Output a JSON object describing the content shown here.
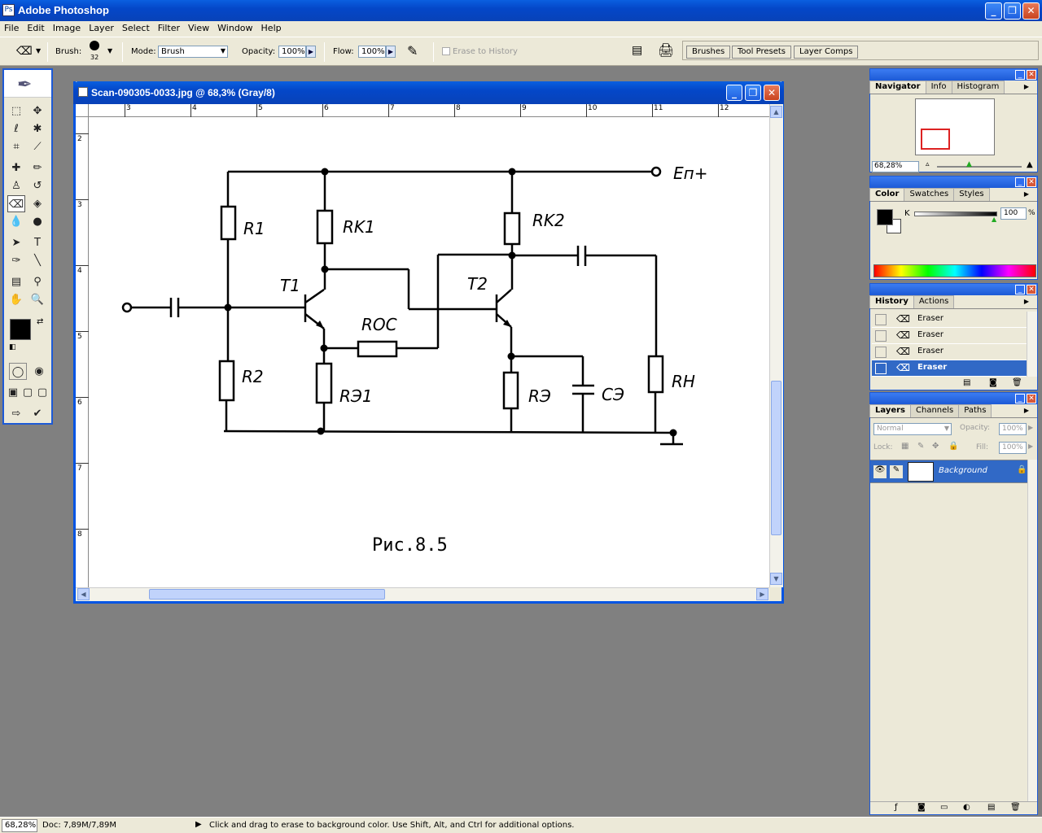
{
  "app": {
    "title": "Adobe Photoshop"
  },
  "menu": [
    "File",
    "Edit",
    "Image",
    "Layer",
    "Select",
    "Filter",
    "View",
    "Window",
    "Help"
  ],
  "options": {
    "brush_label": "Brush:",
    "brush_size": "32",
    "mode_label": "Mode:",
    "mode_value": "Brush",
    "opacity_label": "Opacity:",
    "opacity_value": "100%",
    "flow_label": "Flow:",
    "flow_value": "100%",
    "erase_history_label": "Erase to History"
  },
  "well_tabs": [
    "Brushes",
    "Tool Presets",
    "Layer Comps"
  ],
  "document": {
    "title": "Scan-090305-0033.jpg @ 68,3% (Gray/8)",
    "ruler_h": [
      "3",
      "4",
      "5",
      "6",
      "7",
      "8",
      "9",
      "10",
      "11",
      "12"
    ],
    "ruler_v": [
      "2",
      "3",
      "4",
      "5",
      "6",
      "7",
      "8"
    ],
    "circuit": {
      "labels": [
        "R1",
        "RK1",
        "RK2",
        "T1",
        "T2",
        "ROC",
        "R2",
        "RЭ1",
        "RЭ",
        "CЭ",
        "RН",
        "Eп+"
      ],
      "caption": "Рис.8.5"
    }
  },
  "navigator": {
    "tabs": [
      "Navigator",
      "Info",
      "Histogram"
    ],
    "zoom": "68,28%"
  },
  "color": {
    "tabs": [
      "Color",
      "Swatches",
      "Styles"
    ],
    "channel": "K",
    "value": "100",
    "unit": "%"
  },
  "history": {
    "tabs": [
      "History",
      "Actions"
    ],
    "items": [
      "Eraser",
      "Eraser",
      "Eraser",
      "Eraser"
    ]
  },
  "layers": {
    "tabs": [
      "Layers",
      "Channels",
      "Paths"
    ],
    "blend": "Normal",
    "opacity_label": "Opacity:",
    "opacity_value": "100%",
    "lock_label": "Lock:",
    "fill_label": "Fill:",
    "fill_value": "100%",
    "layer_name": "Background"
  },
  "status": {
    "zoom": "68,28%",
    "doc": "Doc: 7,89M/7,89M",
    "hint": "Click and drag to erase to background color.  Use Shift, Alt, and Ctrl for additional options."
  },
  "colors": {
    "titlebar": "#0447c8",
    "selection": "#3169c6",
    "ui_bg": "#ece9d8",
    "workspace": "#808080"
  }
}
